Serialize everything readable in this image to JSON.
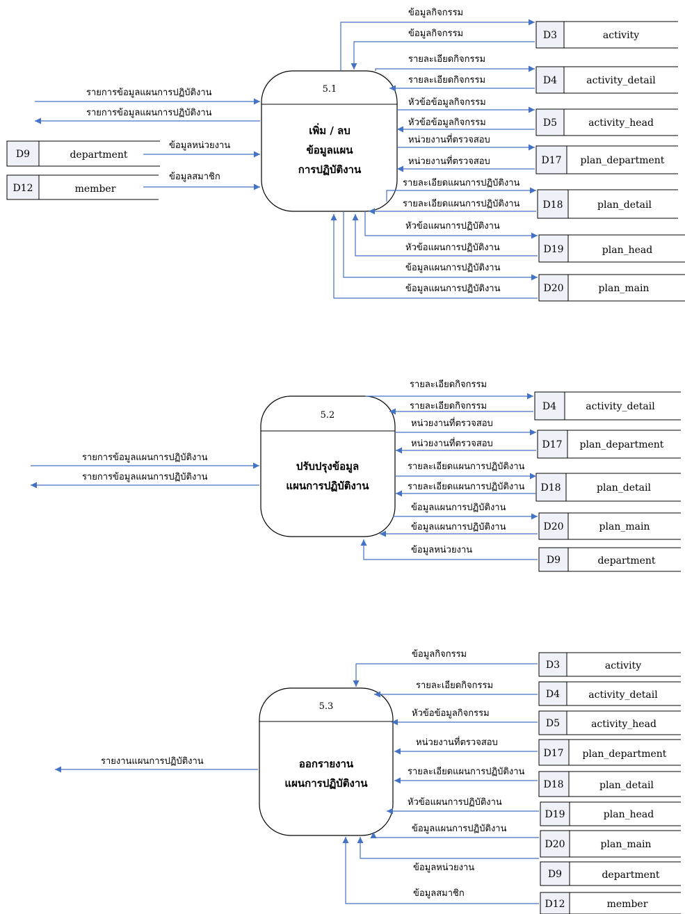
{
  "processes": [
    {
      "id": "5.1",
      "name_lines": [
        "เพิ่ม / ลบ",
        "ข้อมูลแผน",
        "การปฏิบัติงาน"
      ]
    },
    {
      "id": "5.2",
      "name_lines": [
        "ปรับปรุงข้อมูล",
        "แผนการปฏิบัติงาน"
      ]
    },
    {
      "id": "5.3",
      "name_lines": [
        "ออกรายงาน",
        "แผนการปฏิบัติงาน"
      ]
    }
  ],
  "stores": [
    {
      "id": "D3",
      "name": "activity"
    },
    {
      "id": "D4",
      "name": "activity_detail"
    },
    {
      "id": "D5",
      "name": "activity_head"
    },
    {
      "id": "D17",
      "name": "plan_department"
    },
    {
      "id": "D18",
      "name": "plan_detail"
    },
    {
      "id": "D9",
      "name": "department"
    },
    {
      "id": "D12",
      "name": "member"
    },
    {
      "id": "D19",
      "name": "plan_head"
    },
    {
      "id": "D20",
      "name": "plan_main"
    },
    {
      "id": "D4",
      "name": "activity_detail"
    },
    {
      "id": "D17",
      "name": "plan_department"
    },
    {
      "id": "D18",
      "name": "plan_detail"
    },
    {
      "id": "D20",
      "name": "plan_main"
    },
    {
      "id": "D9",
      "name": "department"
    },
    {
      "id": "D3",
      "name": "activity"
    },
    {
      "id": "D4",
      "name": "activity_detail"
    },
    {
      "id": "D5",
      "name": "activity_head"
    },
    {
      "id": "D17",
      "name": "plan_department"
    },
    {
      "id": "D18",
      "name": "plan_detail"
    },
    {
      "id": "D19",
      "name": "plan_head"
    },
    {
      "id": "D20",
      "name": "plan_main"
    },
    {
      "id": "D9",
      "name": "department"
    },
    {
      "id": "D12",
      "name": "member"
    }
  ],
  "flow_labels": [
    "ข้อมูลกิจกรรม",
    "ข้อมูลกิจกรรม",
    "รายละเอียดกิจกรรม",
    "รายละเอียดกิจกรรม",
    "หัวข้อข้อมูลกิจกรรม",
    "หัวข้อข้อมูลกิจกรรม",
    "หน่วยงานที่ตรวจสอบ",
    "หน่วยงานที่ตรวจสอบ",
    "รายละเอียดแผนการปฏิบัติงาน",
    "รายละเอียดแผนการปฏิบัติงาน",
    "หัวข้อแผนการปฏิบัติงาน",
    "หัวข้อแผนการปฏิบัติงาน",
    "ข้อมูลแผนการปฏิบัติงาน",
    "ข้อมูลแผนการปฏิบัติงาน",
    "รายการข้อมูลแผนการปฏิบัติงาน",
    "รายการข้อมูลแผนการปฏิบัติงาน",
    "ข้อมูลหน่วยงาน",
    "ข้อมูลสมาชิก",
    "รายละเอียดกิจกรรม",
    "รายละเอียดกิจกรรม",
    "หน่วยงานที่ตรวจสอบ",
    "หน่วยงานที่ตรวจสอบ",
    "รายละเอียดแผนการปฏิบัติงาน",
    "รายละเอียดแผนการปฏิบัติงาน",
    "ข้อมูลแผนการปฏิบัติงาน",
    "ข้อมูลแผนการปฏิบัติงาน",
    "ข้อมูลหน่วยงาน",
    "รายการข้อมูลแผนการปฏิบัติงาน",
    "รายการข้อมูลแผนการปฏิบัติงาน",
    "ข้อมูลกิจกรรม",
    "รายละเอียดกิจกรรม",
    "หัวข้อข้อมูลกิจกรรม",
    "หน่วยงานที่ตรวจสอบ",
    "รายละเอียดแผนการปฏิบัติงาน",
    "หัวข้อแผนการปฏิบัติงาน",
    "ข้อมูลแผนการปฏิบัติงาน",
    "ข้อมูลหน่วยงาน",
    "ข้อมูลสมาชิก",
    "รายงานแผนการปฏิบัติงาน"
  ]
}
